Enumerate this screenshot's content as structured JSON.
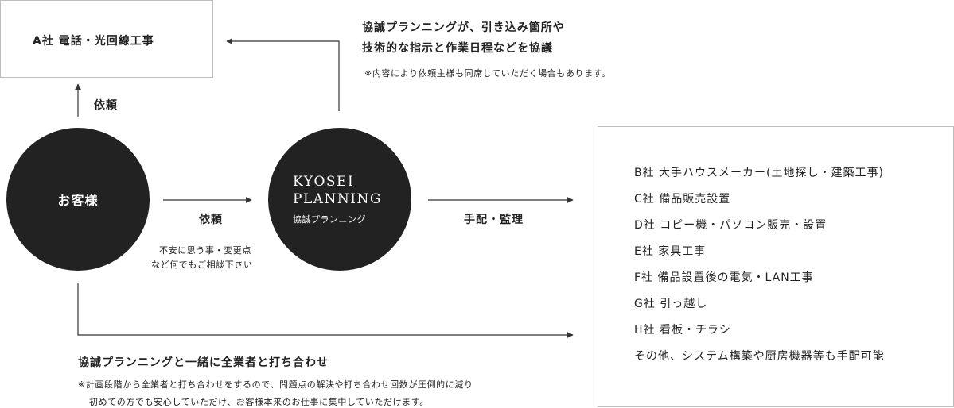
{
  "colors": {
    "line": "#333333",
    "circle_fill": "#222222",
    "box_border": "#bdbdbd",
    "text": "#222222"
  },
  "company_a": {
    "label": "A社 電話・光回線工事"
  },
  "top_note": {
    "line1": "協誠プランニングが、引き込み箇所や",
    "line2": "技術的な指示と作業日程などを協議",
    "sub": "※内容により依頼主様も同席していただく場合もあります。"
  },
  "request_up_label": "依頼",
  "customer": {
    "label": "お客様"
  },
  "request_right": {
    "label": "依頼",
    "note1": "不安に思う事・変更点",
    "note2": "など何でもご相談下さい"
  },
  "kyosei": {
    "en_line1": "KYOSEI",
    "en_line2": "PLANNING",
    "ja": "協誠プランニング"
  },
  "arrange_label": "手配・監理",
  "companies": [
    {
      "label": "B社 大手ハウスメーカー(土地探し・建築工事)"
    },
    {
      "label": "C社 備品販売設置"
    },
    {
      "label": "D社 コピー機・パソコン販売・設置"
    },
    {
      "label": "E社 家具工事"
    },
    {
      "label": "F社 備品設置後の電気・LAN工事"
    },
    {
      "label": "G社 引っ越し"
    },
    {
      "label": "H社 看板・チラシ"
    },
    {
      "label": "その他、システム構築や厨房機器等も手配可能"
    }
  ],
  "bottom_note": {
    "title": "協誠プランニングと一緒に全業者と打ち合わせ",
    "line1": "※計画段階から全業者と打ち合わせをするので、問題点の解決や打ち合わせ回数が圧倒的に減り",
    "line2": "初めての方でも安心していただけ、お客様本来のお仕事に集中していただけます。"
  }
}
